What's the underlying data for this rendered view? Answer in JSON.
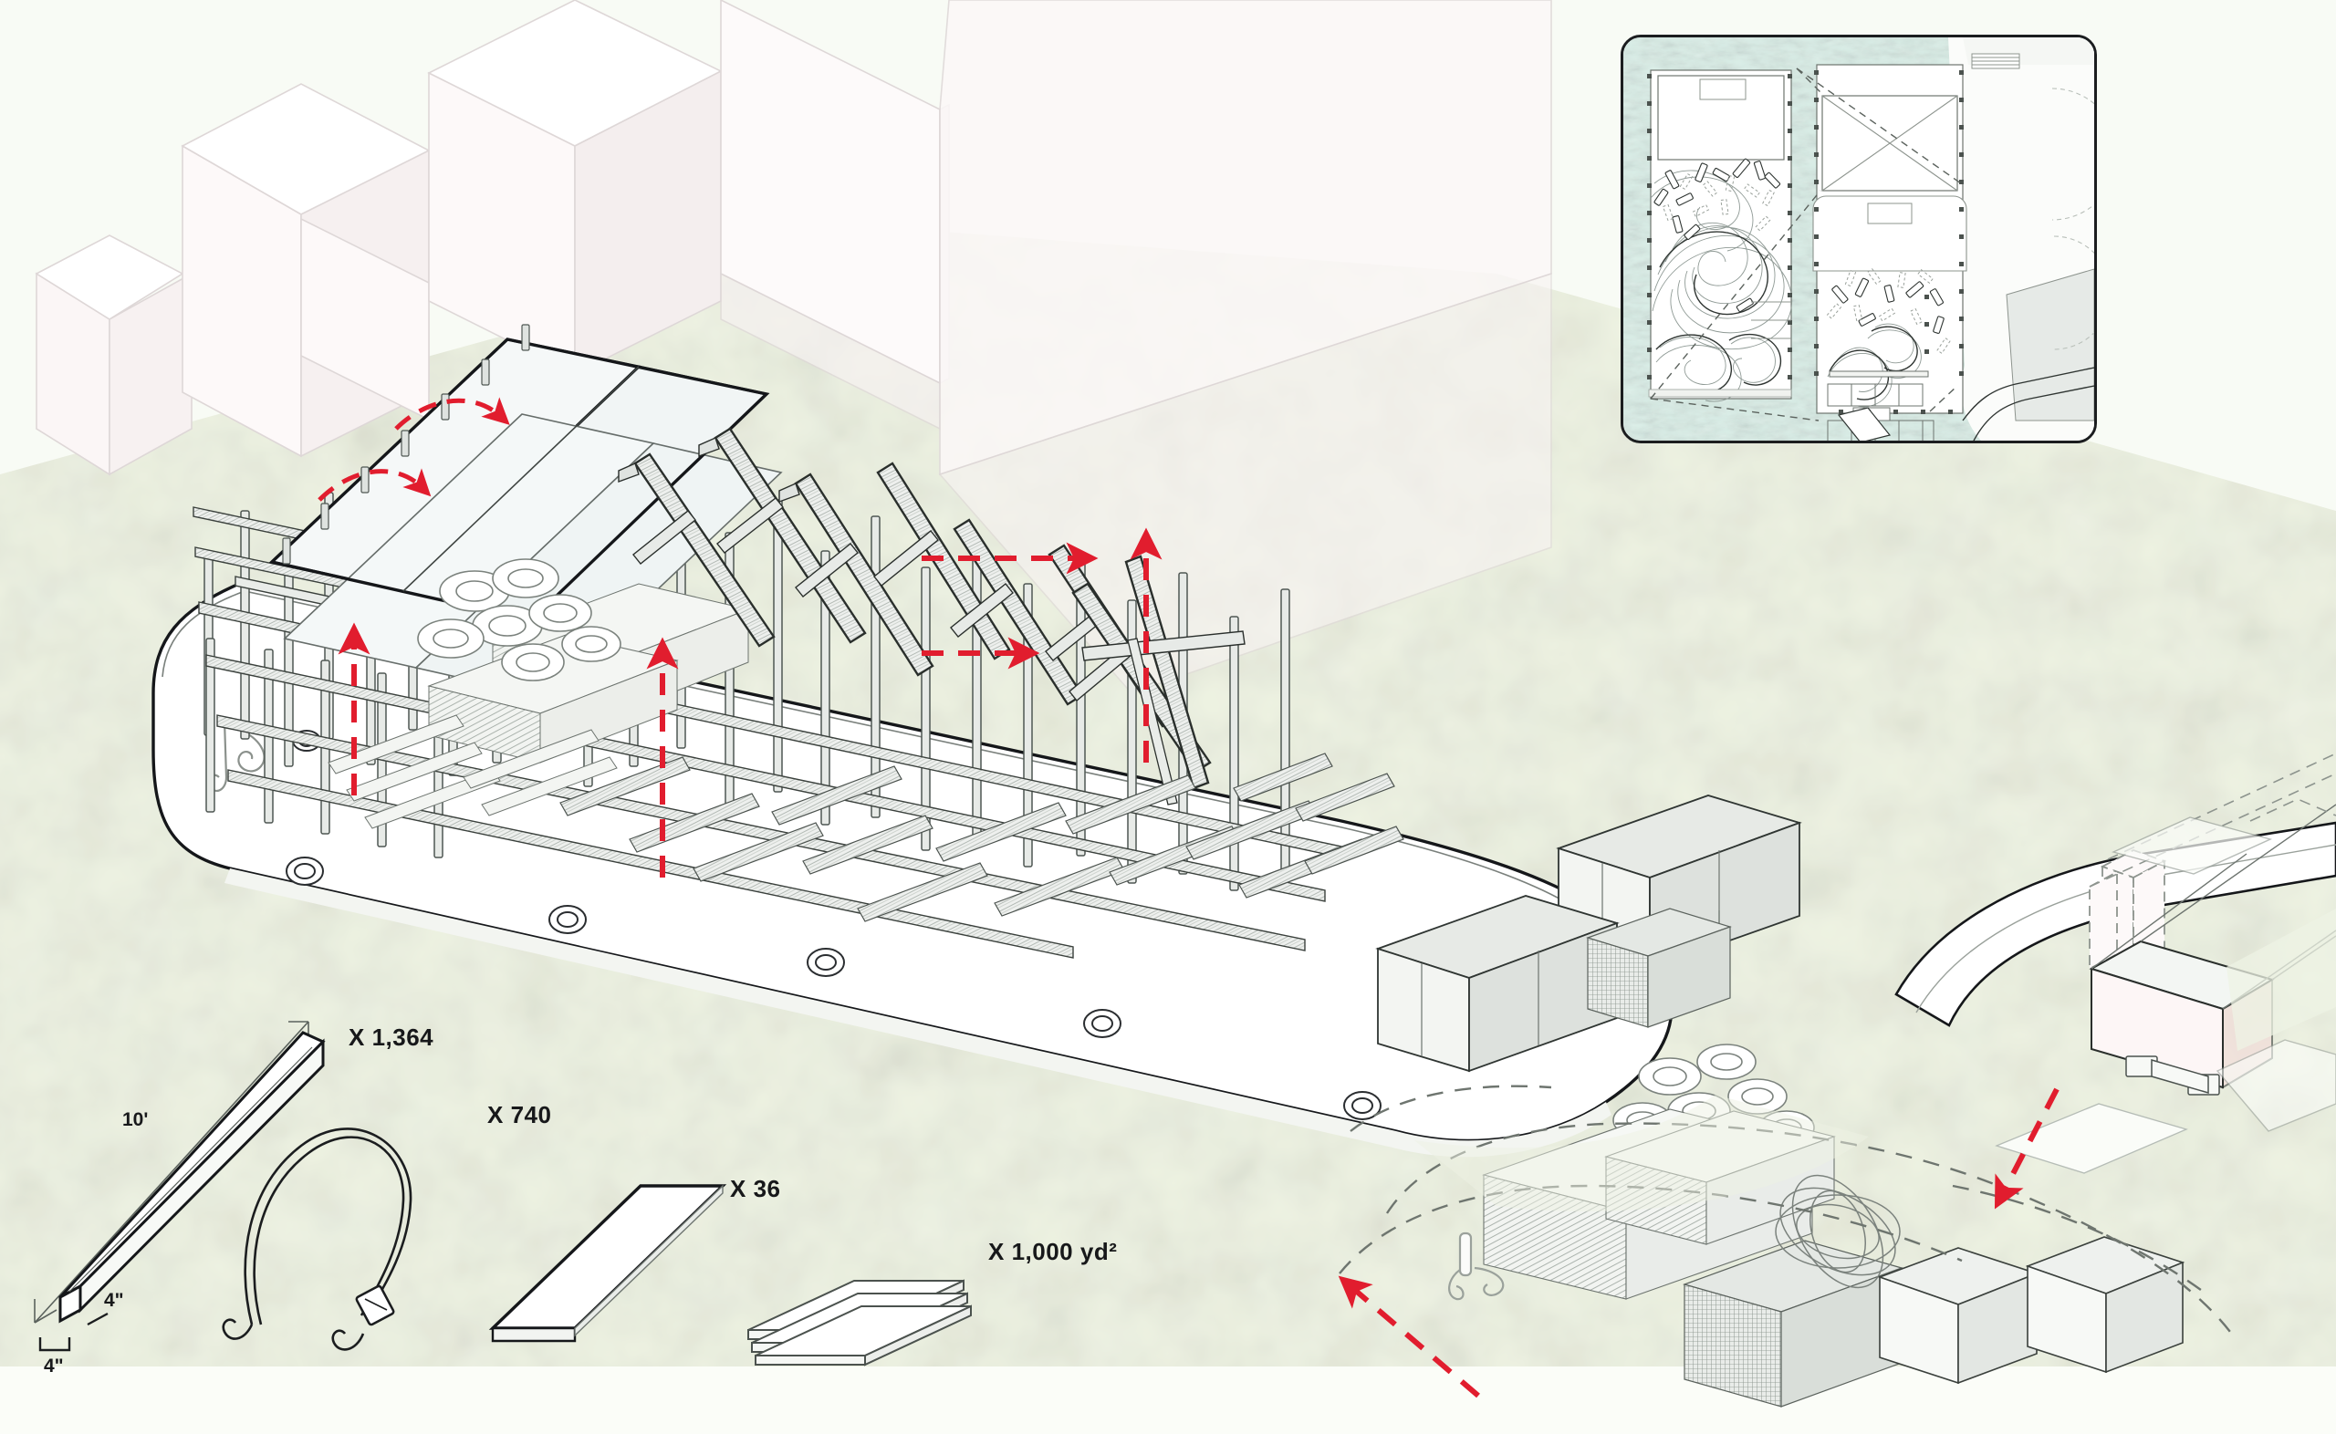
{
  "drawing": {
    "title": "Barge Pavilion Assembly Axonometric",
    "background_color": "#f7faf3",
    "ground_color": "#eef2e0",
    "water_color": "#dff0ea",
    "accent_color": "#e11d2e",
    "line_color": "#1b1d1f"
  },
  "legend": {
    "items": [
      {
        "id": "timber-member",
        "name": "timber-member",
        "count_label": "X 1,364",
        "length_label": "10'",
        "width_label": "4\"",
        "depth_label": "4\""
      },
      {
        "id": "bungee-hook-strap",
        "name": "bungee-hook-strap",
        "count_label": "X 740"
      },
      {
        "id": "deck-panel",
        "name": "deck-panel",
        "count_label": "X 36"
      },
      {
        "id": "fabric-sheet",
        "name": "fabric-sheet",
        "count_label": "X 1,000 yd²"
      }
    ]
  },
  "inset": {
    "name": "site-plan-inset",
    "description": "site plan of two moored barges with topographic contours"
  },
  "annotations": {
    "arrows": [
      {
        "id": "canopy-unfold-left",
        "type": "curved",
        "color": "#e11d2e"
      },
      {
        "id": "canopy-unfold-right",
        "type": "curved",
        "color": "#e11d2e"
      },
      {
        "id": "lift-bow",
        "type": "dashed-up",
        "color": "#e11d2e"
      },
      {
        "id": "lift-mid-a",
        "type": "dashed-up",
        "color": "#e11d2e"
      },
      {
        "id": "lift-mid-b",
        "type": "dashed-up",
        "color": "#e11d2e"
      },
      {
        "id": "slide-beam-a",
        "type": "dashed-right",
        "color": "#e11d2e"
      },
      {
        "id": "slide-beam-b",
        "type": "dashed-right",
        "color": "#e11d2e"
      },
      {
        "id": "delivery-route",
        "type": "dashed-left",
        "color": "#e11d2e"
      },
      {
        "id": "truck-unload",
        "type": "dashed-down",
        "color": "#e11d2e"
      }
    ]
  }
}
